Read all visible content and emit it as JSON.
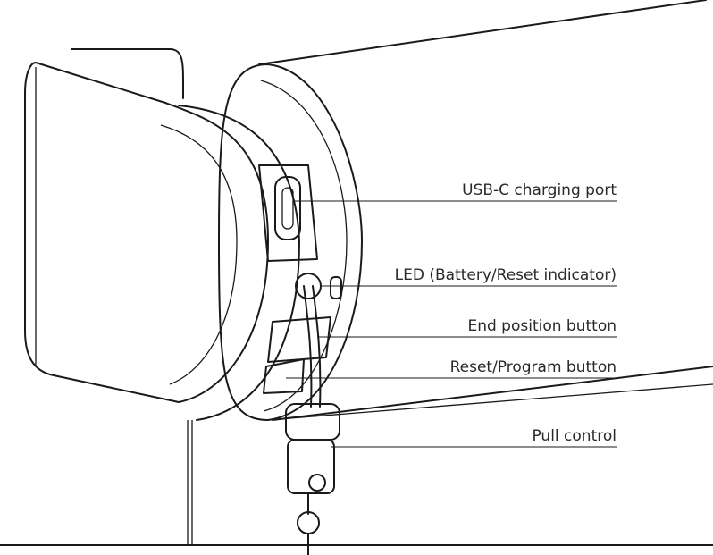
{
  "callouts": [
    {
      "id": "usb-c-port",
      "label": "USB-C charging port"
    },
    {
      "id": "led",
      "label": "LED (Battery/Reset indicator)"
    },
    {
      "id": "end-position",
      "label": "End position button"
    },
    {
      "id": "reset-program",
      "label": "Reset/Program button"
    },
    {
      "id": "pull-control",
      "label": "Pull control"
    }
  ]
}
